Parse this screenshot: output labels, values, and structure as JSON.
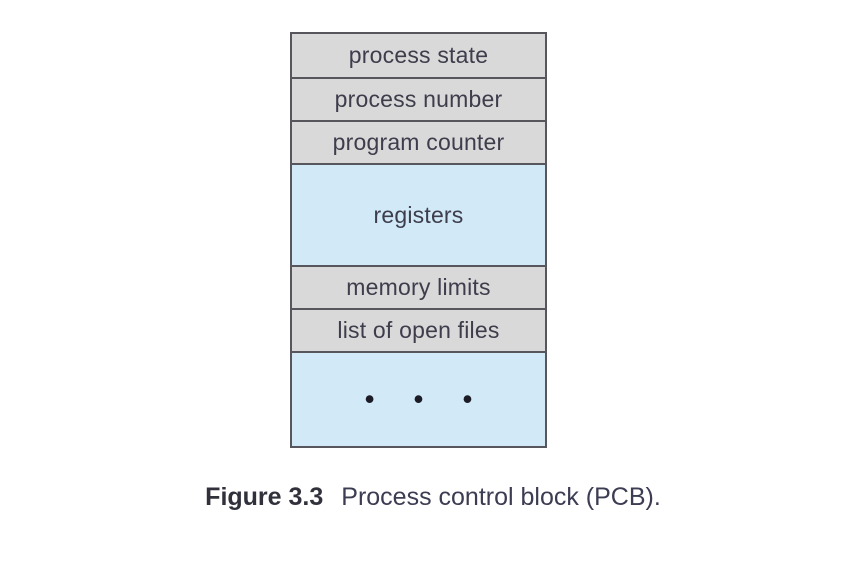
{
  "figure": {
    "rows": [
      {
        "label": "process state"
      },
      {
        "label": "process number"
      },
      {
        "label": "program counter"
      },
      {
        "label": "registers"
      },
      {
        "label": "memory limits"
      },
      {
        "label": "list of open files"
      },
      {
        "label": "• • •"
      }
    ],
    "caption": {
      "label": "Figure 3.3",
      "text": "Process control block (PCB)."
    },
    "colors": {
      "row_gray": "#d9d9d9",
      "row_blue": "#d2e9f7",
      "border": "#56565c",
      "label_text": "#3d3d4c",
      "dots": "#1c1c26",
      "caption_label": "#31313c",
      "caption_text": "#3c3c52"
    }
  }
}
